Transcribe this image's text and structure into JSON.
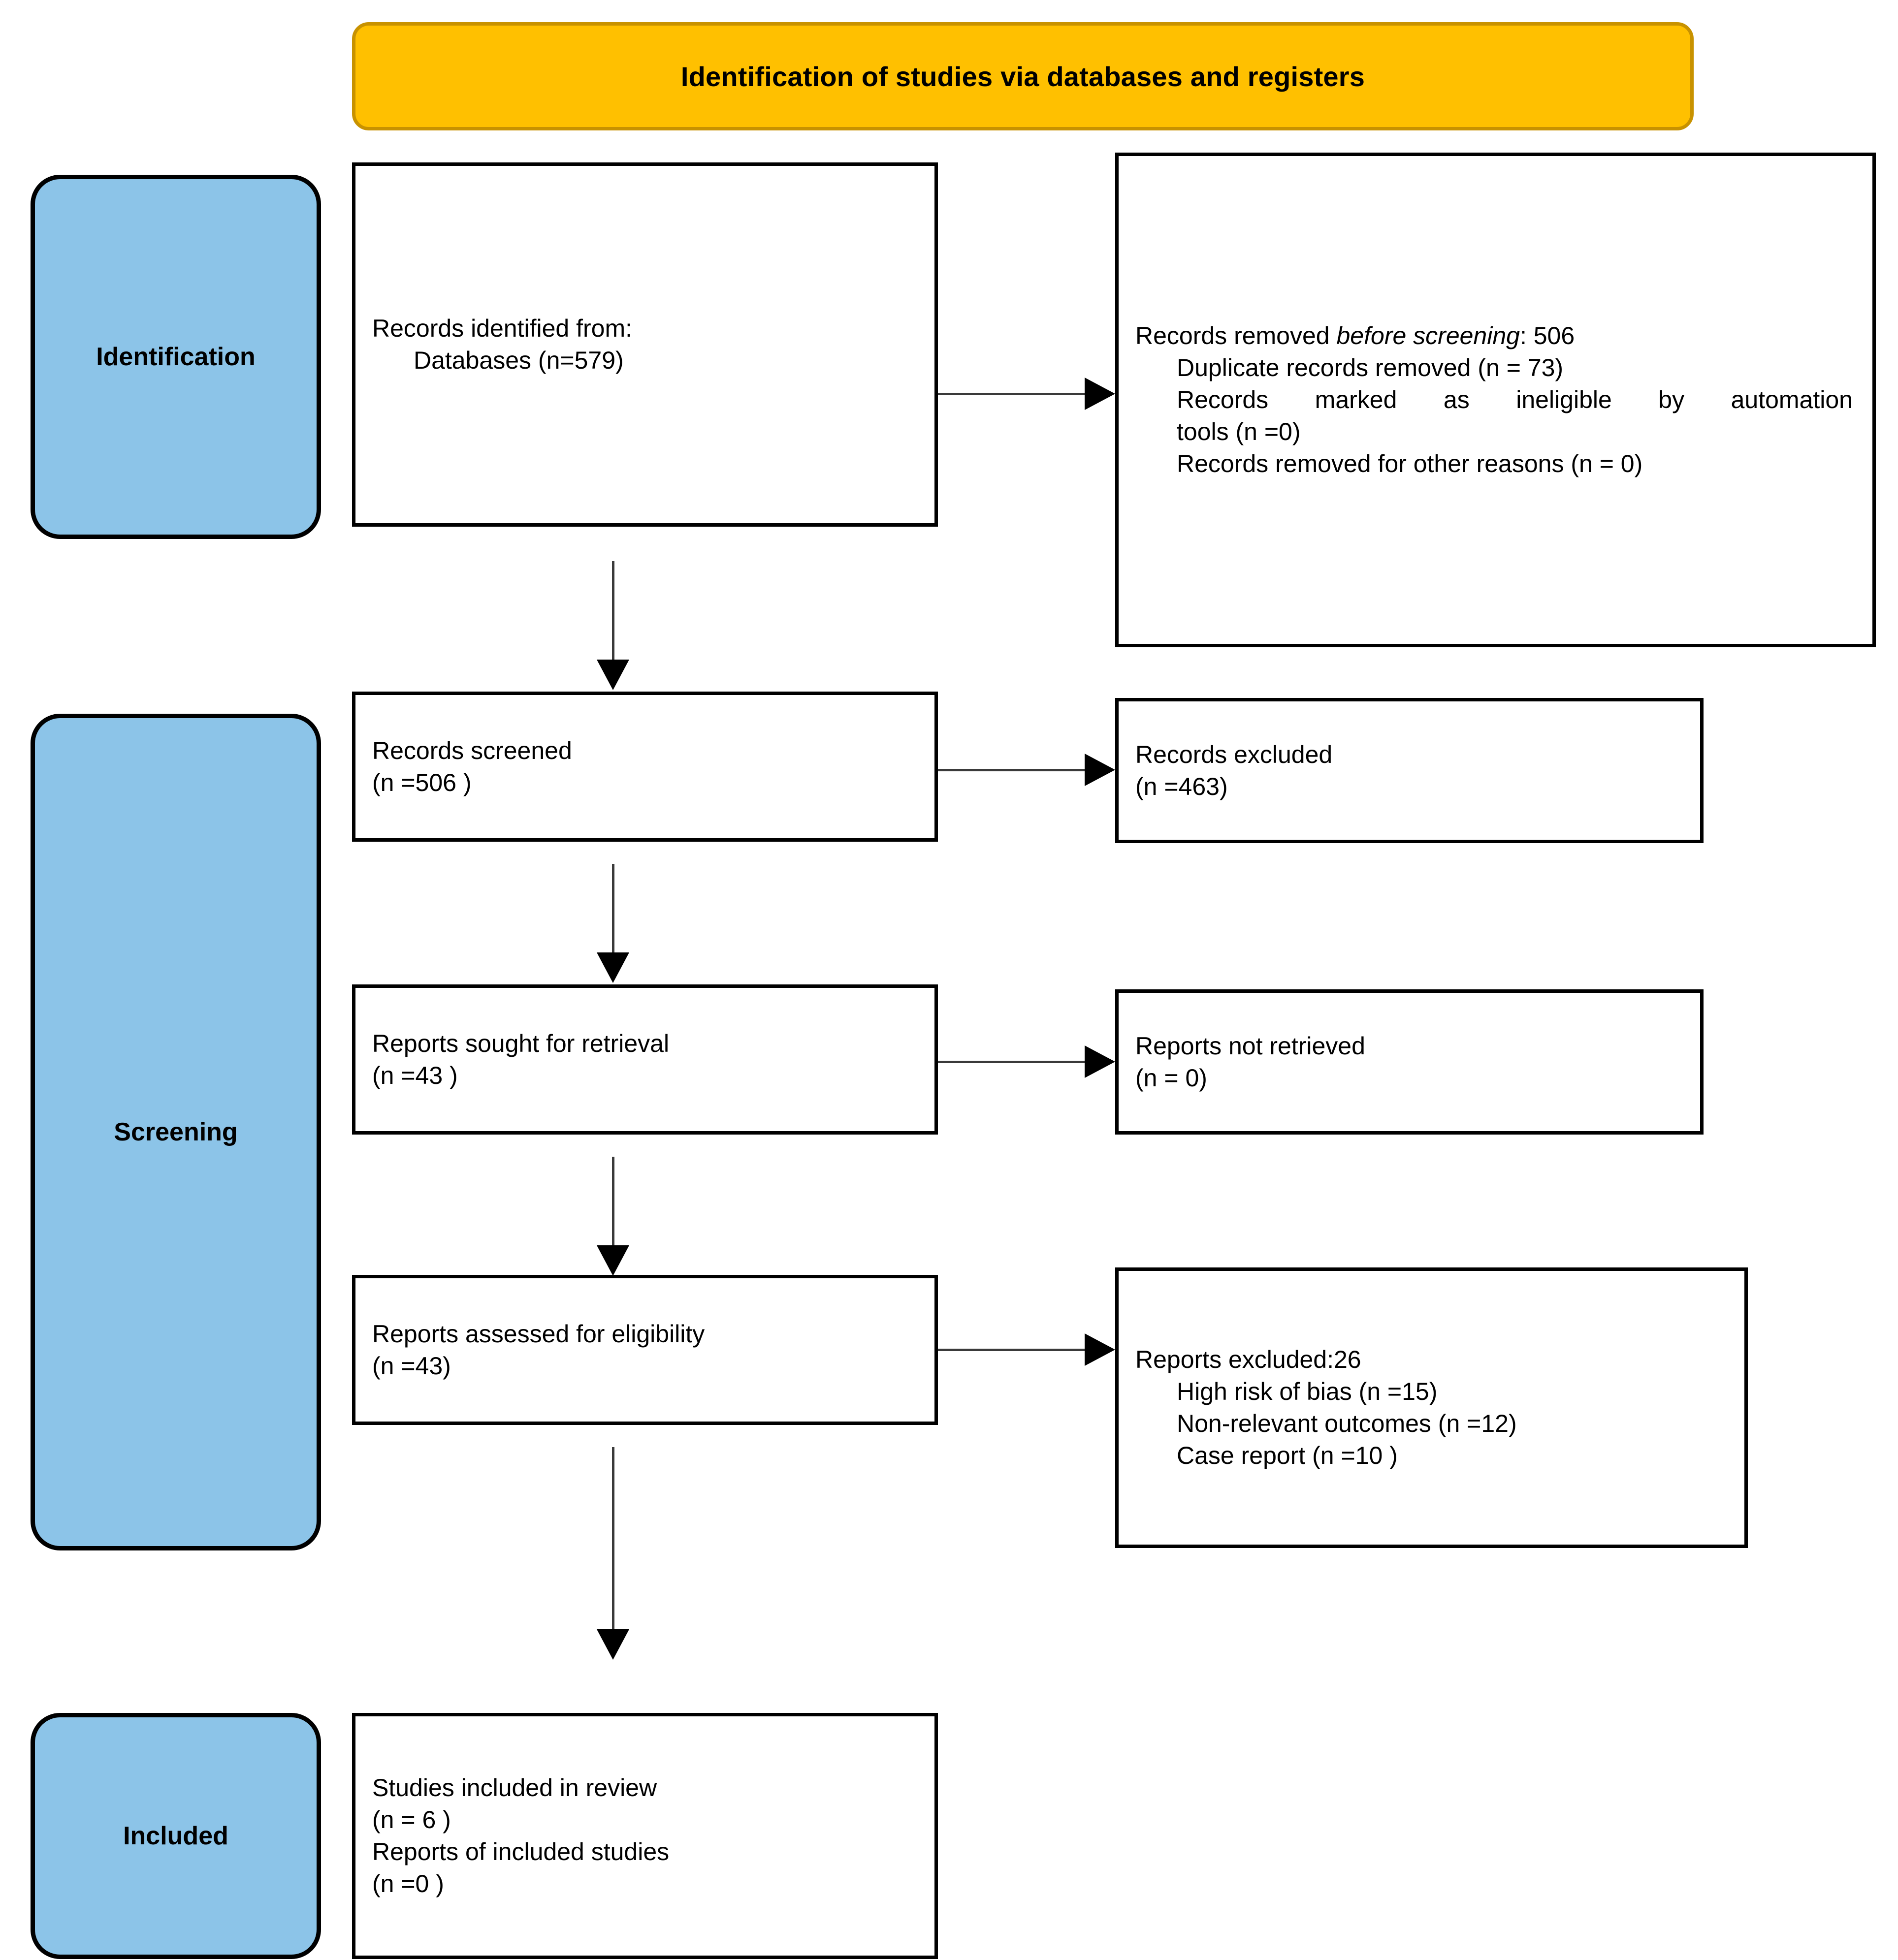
{
  "banner": {
    "title": "Identification of studies via databases and registers",
    "bg_color": "#FFC000",
    "border_color": "#C89200"
  },
  "stages": [
    {
      "label": "Identification"
    },
    {
      "label": "Screening"
    },
    {
      "label": "Included"
    }
  ],
  "stage_color": "#8CC4E8",
  "boxes": {
    "identified": {
      "line1": "Records identified from:",
      "line2": "Databases (n=579)"
    },
    "removed_before_screening": {
      "heading_prefix": "Records removed ",
      "heading_italic": "before screening",
      "heading_suffix": ": 506",
      "item1": "Duplicate records removed (n = 73)",
      "item2": "Records marked as ineligible by automation",
      "item2b": "tools (n =0)",
      "item3": "Records removed for other reasons (n = 0)"
    },
    "screened": {
      "line1": "Records screened",
      "line2": "(n =506 )"
    },
    "records_excluded": {
      "line1": "Records excluded",
      "line2": "(n =463)"
    },
    "sought": {
      "line1": "Reports sought for retrieval",
      "line2": "(n =43 )"
    },
    "not_retrieved": {
      "line1": "Reports not retrieved",
      "line2": "(n = 0)"
    },
    "assessed": {
      "line1": "Reports assessed for eligibility",
      "line2": "(n =43)"
    },
    "reports_excluded": {
      "heading": "Reports excluded:26",
      "item1": "High risk of bias (n =15)",
      "item2": "Non-relevant outcomes (n =12)",
      "item3": "Case report (n =10 )"
    },
    "included": {
      "line1": "Studies included in review",
      "line2": "(n = 6 )",
      "line3": "Reports of included studies",
      "line4": "(n =0 )"
    }
  },
  "chart_data": {
    "type": "diagram",
    "title": "Identification of studies via databases and registers",
    "flow": "PRISMA 2020 flow diagram",
    "nodes": [
      {
        "id": "identified",
        "stage": "Identification",
        "label": "Records identified from: Databases",
        "n": 579
      },
      {
        "id": "removed_before_screening",
        "stage": "Identification",
        "label": "Records removed before screening",
        "n": 506,
        "breakdown": [
          {
            "label": "Duplicate records removed",
            "n": 73
          },
          {
            "label": "Records marked as ineligible by automation tools",
            "n": 0
          },
          {
            "label": "Records removed for other reasons",
            "n": 0
          }
        ]
      },
      {
        "id": "screened",
        "stage": "Screening",
        "label": "Records screened",
        "n": 506
      },
      {
        "id": "records_excluded",
        "stage": "Screening",
        "label": "Records excluded",
        "n": 463
      },
      {
        "id": "sought",
        "stage": "Screening",
        "label": "Reports sought for retrieval",
        "n": 43
      },
      {
        "id": "not_retrieved",
        "stage": "Screening",
        "label": "Reports not retrieved",
        "n": 0
      },
      {
        "id": "assessed",
        "stage": "Screening",
        "label": "Reports assessed for eligibility",
        "n": 43
      },
      {
        "id": "reports_excluded",
        "stage": "Screening",
        "label": "Reports excluded",
        "n": 26,
        "breakdown": [
          {
            "label": "High risk of bias",
            "n": 15
          },
          {
            "label": "Non-relevant outcomes",
            "n": 12
          },
          {
            "label": "Case report",
            "n": 10
          }
        ]
      },
      {
        "id": "included_studies",
        "stage": "Included",
        "label": "Studies included in review",
        "n": 6
      },
      {
        "id": "included_reports",
        "stage": "Included",
        "label": "Reports of included studies",
        "n": 0
      }
    ],
    "edges": [
      {
        "from": "identified",
        "to": "removed_before_screening",
        "direction": "right"
      },
      {
        "from": "identified",
        "to": "screened",
        "direction": "down"
      },
      {
        "from": "screened",
        "to": "records_excluded",
        "direction": "right"
      },
      {
        "from": "screened",
        "to": "sought",
        "direction": "down"
      },
      {
        "from": "sought",
        "to": "not_retrieved",
        "direction": "right"
      },
      {
        "from": "sought",
        "to": "assessed",
        "direction": "down"
      },
      {
        "from": "assessed",
        "to": "reports_excluded",
        "direction": "right"
      },
      {
        "from": "assessed",
        "to": "included_studies",
        "direction": "down"
      }
    ]
  }
}
